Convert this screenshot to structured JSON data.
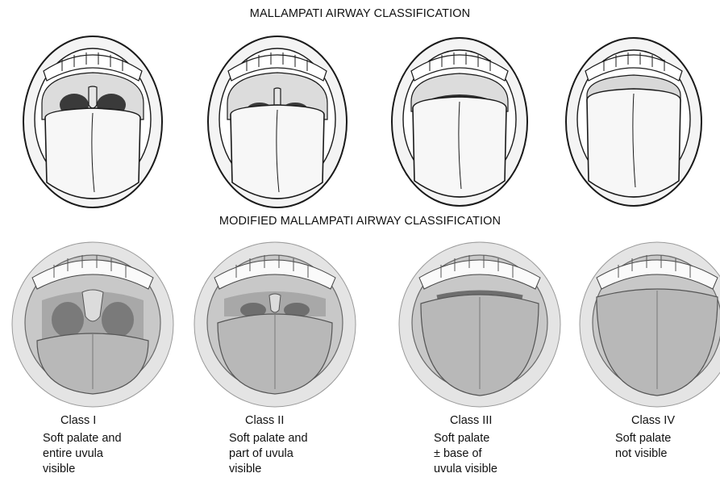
{
  "headings": {
    "top": "MALLAMPATI AIRWAY CLASSIFICATION",
    "bottom": "MODIFIED MALLAMPATI AIRWAY CLASSIFICATION"
  },
  "classes": [
    {
      "label": "Class I",
      "description": "Soft palate and\nentire uvula\nvisible"
    },
    {
      "label": "Class II",
      "description": "Soft palate and\npart of uvula\nvisible"
    },
    {
      "label": "Class III",
      "description": "Soft palate\n± base of\nuvula visible"
    },
    {
      "label": "Class IV",
      "description": "Soft palate\nnot visible"
    }
  ],
  "colors": {
    "line": "#1a1a1a",
    "lips_bottom": "#d9d9d9",
    "cavity_dark": "#2e2e2e",
    "palate_gray": "#9a9a9a",
    "tongue_gray": "#b5b5b5"
  }
}
